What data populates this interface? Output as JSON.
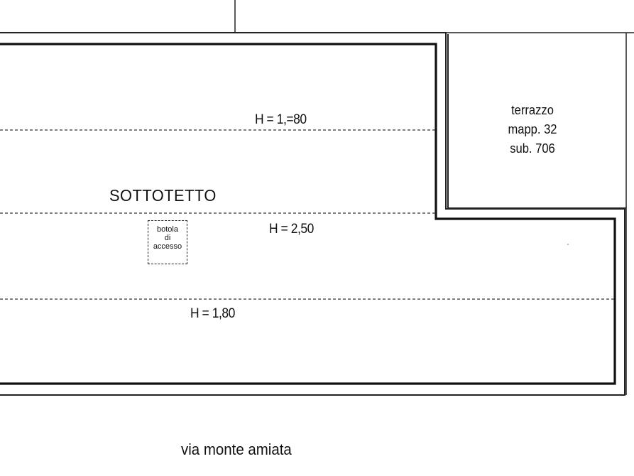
{
  "room": {
    "name": "SOTTOTETTO"
  },
  "heights": {
    "upper": "H = 1,=80",
    "middle": "H = 2,50",
    "lower": "H = 1,80"
  },
  "hatch": {
    "line1": "botola",
    "line2": "di",
    "line3": "accesso"
  },
  "terrace": {
    "line1": "terrazzo",
    "line2": "mapp. 32",
    "line3": "sub. 706"
  },
  "street": {
    "name": "via monte amiata"
  }
}
